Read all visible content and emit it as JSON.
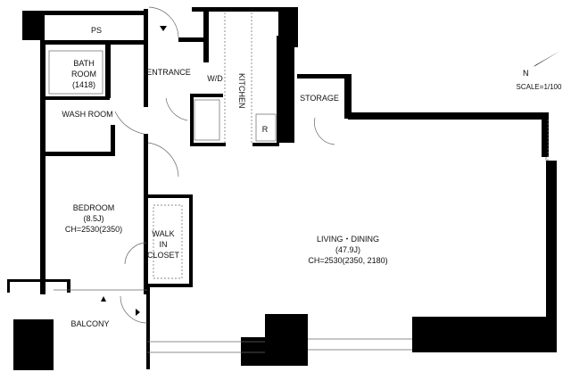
{
  "plan": {
    "rooms": {
      "ps": "PS",
      "bath": [
        "BATH",
        "ROOM",
        "(1418)"
      ],
      "entrance": "ENTRANCE",
      "wd": "W/D",
      "kitchen": "KITCHEN",
      "refrigerator": "R",
      "storage": "STORAGE",
      "wash": "WASH ROOM",
      "bedroom": [
        "BEDROOM",
        "(8.5J)",
        "CH=2530(2350)"
      ],
      "closet": [
        "WALK",
        "IN",
        "CLOSET"
      ],
      "living": [
        "LIVING・DINING",
        "(47.9J)",
        "CH=2530(2350, 2180)"
      ],
      "balcony": "BALCONY"
    },
    "scale": "SCALE=1/100",
    "north_marker": "N",
    "wall_color": "#000000"
  }
}
